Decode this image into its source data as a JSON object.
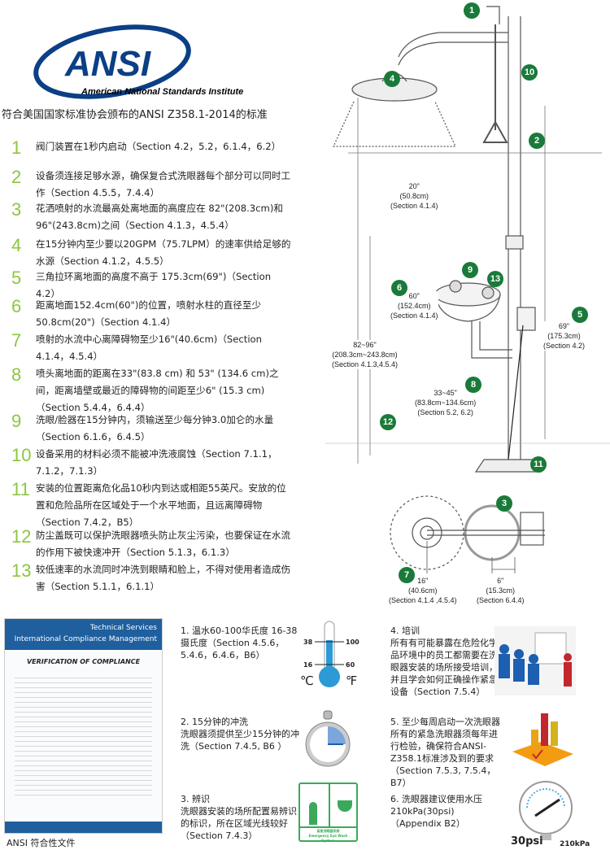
{
  "logo": {
    "mark": "ANSI",
    "name": "American National Standards Institute"
  },
  "headline": "符合美国国家标准协会颁布的ANSI Z358.1-2014的标准",
  "items": [
    {
      "n": "1",
      "text": "阀门装置在1秒内启动（Section 4.2，5.2，6.1.4，6.2）"
    },
    {
      "n": "2",
      "text": "设备须连接足够水源，确保复合式洗眼器每个部分可以同时工作（Section 4.5.5，7.4.4）"
    },
    {
      "n": "3",
      "text": "花洒喷射的水流最高处离地面的高度应在 82\"(208.3cm)和96\"(243.8cm)之间（Section 4.1.3，4.5.4）"
    },
    {
      "n": "4",
      "text": "在15分钟内至少要以20GPM（75.7LPM）的速率供给足够的水源（Section 4.1.2，4.5.5）"
    },
    {
      "n": "5",
      "text": "三角拉环离地面的高度不高于 175.3cm(69\")（Section 4.2）"
    },
    {
      "n": "6",
      "text": "距离地面152.4cm(60\")的位置，喷射水柱的直径至少50.8cm(20\")（Section 4.1.4）"
    },
    {
      "n": "7",
      "text": "喷射的水流中心离障碍物至少16\"(40.6cm)（Section 4.1.4，4.5.4）"
    },
    {
      "n": "8",
      "text": "喷头离地面的距离在33\"(83.8 cm) 和 53\" (134.6 cm)之间，距离墙壁或最近的障碍物的间距至少6\" (15.3 cm)（Section 5.4.4，6.4.4）"
    },
    {
      "n": "9",
      "text": "洗眼/脸器在15分钟内，须输送至少每分钟3.0加仑的水量（Section 6.1.6，6.4.5）"
    },
    {
      "n": "10",
      "text": "设备采用的材料必须不能被冲洗液腐蚀（Section 7.1.1，7.1.2，7.1.3）"
    },
    {
      "n": "11",
      "text": "安装的位置距离危化品10秒内到达或相距55英尺。安放的位置和危险品所在区域处于一个水平地面，且远离障碍物（Section 7.4.2，B5）"
    },
    {
      "n": "12",
      "text": "防尘盖既可以保护洗眼器喷头防止灰尘污染，也要保证在水流的作用下被快速冲开（Section 5.1.3，6.1.3）"
    },
    {
      "n": "13",
      "text": "较低速率的水流同时冲洗到眼睛和脸上，不得对使用者造成伤害（Section 5.1.1，6.1.1）"
    }
  ],
  "diagram": {
    "badges": [
      "1",
      "2",
      "3",
      "4",
      "5",
      "6",
      "7",
      "8",
      "9",
      "10",
      "11",
      "12",
      "13"
    ],
    "dims": {
      "spray": [
        "20\"",
        "(50.8cm)",
        "(Section 4.1.4)"
      ],
      "h60": [
        "60\"",
        "(152.4cm)",
        "(Section 4.1.4)"
      ],
      "h82": [
        "82~96\"",
        "(208.3cm~243.8cm)",
        "(Section 4.1.3,4.5.4)"
      ],
      "h69": [
        "69\"",
        "(175.3cm)",
        "(Section 4.2)"
      ],
      "h33": [
        "33~45\"",
        "(83.8cm~134.6cm)",
        "(Section 5.2, 6.2)"
      ],
      "d16": [
        "16\"",
        "(40.6cm)",
        "(Section 4.1.4 ,4.5.4)"
      ],
      "d6": [
        "6\"",
        "(15.3cm)",
        "(Section 6.4.4)"
      ]
    }
  },
  "bottom": {
    "cert": {
      "banner1": "Technical Services",
      "banner2": "International Compliance Management",
      "title": "VERIFICATION OF COMPLIANCE",
      "caption": "ANSI 符合性文件"
    },
    "notes": [
      {
        "text": "1. 温水60-100华氏度 16-38摄氏度（Section 4.5.6，5.4.6，6.4.6，B6）"
      },
      {
        "text": "2. 15分钟的冲洗\n洗眼器须提供至少15分钟的冲洗（Section 7.4.5, B6 ）"
      },
      {
        "text": "3. 辨识\n洗眼器安装的场所配置易辨识的标识，所在区域光线较好（Section 7.4.3）"
      },
      {
        "text": "4. 培训\n所有有可能暴露在危险化学品环境中的员工都需要在洗眼器安装的场所接受培训，并且学会如何正确操作紧急设备（Section 7.5.4）"
      },
      {
        "text": "5. 至少每周启动一次洗眼器\n所有的紧急洗眼器须每年进行检验，确保符合ANSI-Z358.1标准涉及到的要求（Section 7.5.3, 7.5.4，B7）"
      },
      {
        "text": "6. 洗眼器建议使用水压210kPa(30psi)（Appendix B2）"
      }
    ],
    "thermo": {
      "c_hi": "38",
      "c_lo": "16",
      "f_hi": "100",
      "f_lo": "60",
      "c": "℃",
      "f": "℉"
    },
    "sign": {
      "cn": "紧急洗眼器系统",
      "en": "Emergency Eye Wash System"
    },
    "gauge": {
      "psi": "30psi",
      "kpa": "210kPa"
    }
  },
  "colors": {
    "accent": "#8cc63f",
    "badge": "#1a7a3a",
    "logo": "#0b3f86"
  }
}
